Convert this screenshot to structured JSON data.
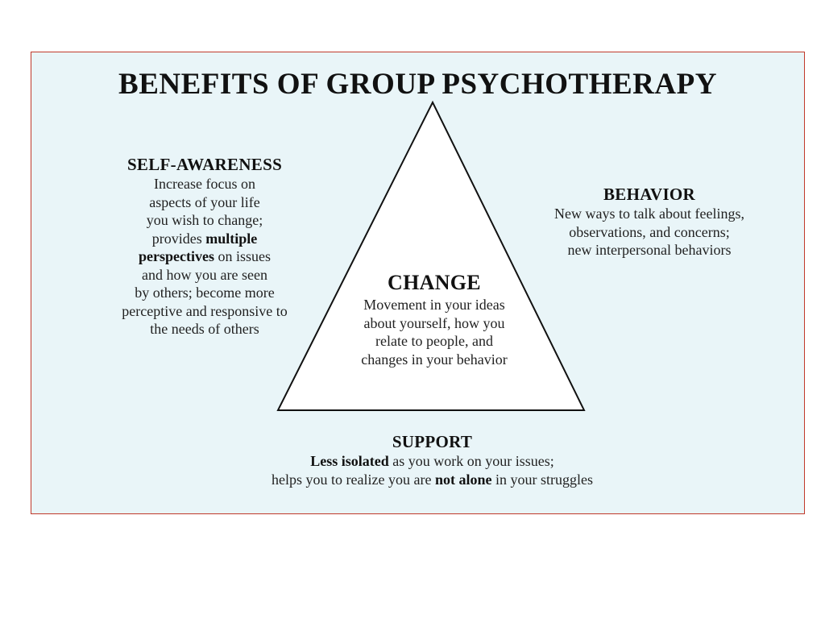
{
  "title": "BENEFITS OF GROUP PSYCHOTHERAPY",
  "self_awareness": {
    "heading": "SELF-AWARENESS",
    "lines": [
      {
        "parts": [
          {
            "text": "Increase focus on"
          }
        ]
      },
      {
        "parts": [
          {
            "text": "aspects of your life"
          }
        ]
      },
      {
        "parts": [
          {
            "text": "you wish to change;"
          }
        ]
      },
      {
        "parts": [
          {
            "text": "provides "
          },
          {
            "text": "multiple",
            "bold": true
          }
        ]
      },
      {
        "parts": [
          {
            "text": "perspectives",
            "bold": true
          },
          {
            "text": " on issues"
          }
        ]
      },
      {
        "parts": [
          {
            "text": "and how you are seen"
          }
        ]
      },
      {
        "parts": [
          {
            "text": "by others; become more"
          }
        ]
      },
      {
        "parts": [
          {
            "text": "perceptive and responsive to"
          }
        ]
      },
      {
        "parts": [
          {
            "text": "the needs of others"
          }
        ]
      }
    ]
  },
  "behavior": {
    "heading": "BEHAVIOR",
    "lines": [
      {
        "parts": [
          {
            "text": "New ways to talk about feelings,"
          }
        ]
      },
      {
        "parts": [
          {
            "text": "observations, and concerns;"
          }
        ]
      },
      {
        "parts": [
          {
            "text": "new interpersonal behaviors"
          }
        ]
      }
    ]
  },
  "change": {
    "heading": "CHANGE",
    "lines": [
      {
        "parts": [
          {
            "text": "Movement in your ideas"
          }
        ]
      },
      {
        "parts": [
          {
            "text": "about yourself, how you"
          }
        ]
      },
      {
        "parts": [
          {
            "text": "relate to people, and"
          }
        ]
      },
      {
        "parts": [
          {
            "text": "changes in your behavior"
          }
        ]
      }
    ]
  },
  "support": {
    "heading": "SUPPORT",
    "lines": [
      {
        "parts": [
          {
            "text": "Less isolated",
            "bold": true
          },
          {
            "text": " as you work on your issues;"
          }
        ]
      },
      {
        "parts": [
          {
            "text": "helps you to realize you are "
          },
          {
            "text": "not alone",
            "bold": true
          },
          {
            "text": " in your struggles"
          }
        ]
      }
    ]
  },
  "colors": {
    "panel_background": "#e9f5f8",
    "panel_border": "#c0392b",
    "text": "#111111"
  }
}
